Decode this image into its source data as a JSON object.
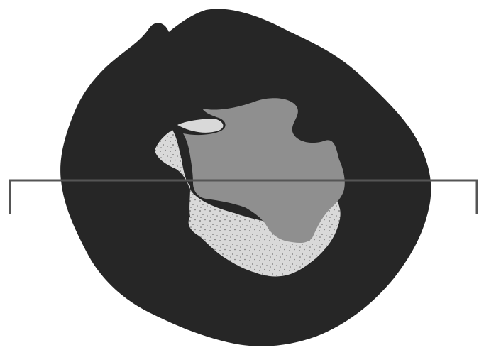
{
  "diagram": {
    "layers": [
      {
        "name": "outer-mass",
        "fill": "#262626"
      },
      {
        "name": "stippled-region",
        "fill": "#d9d9d9",
        "stipple": "#6e6e6e"
      },
      {
        "name": "inner-core",
        "fill": "#8f8f8f"
      }
    ],
    "section_line": {
      "stroke": "#555555"
    },
    "background": "#ffffff"
  }
}
